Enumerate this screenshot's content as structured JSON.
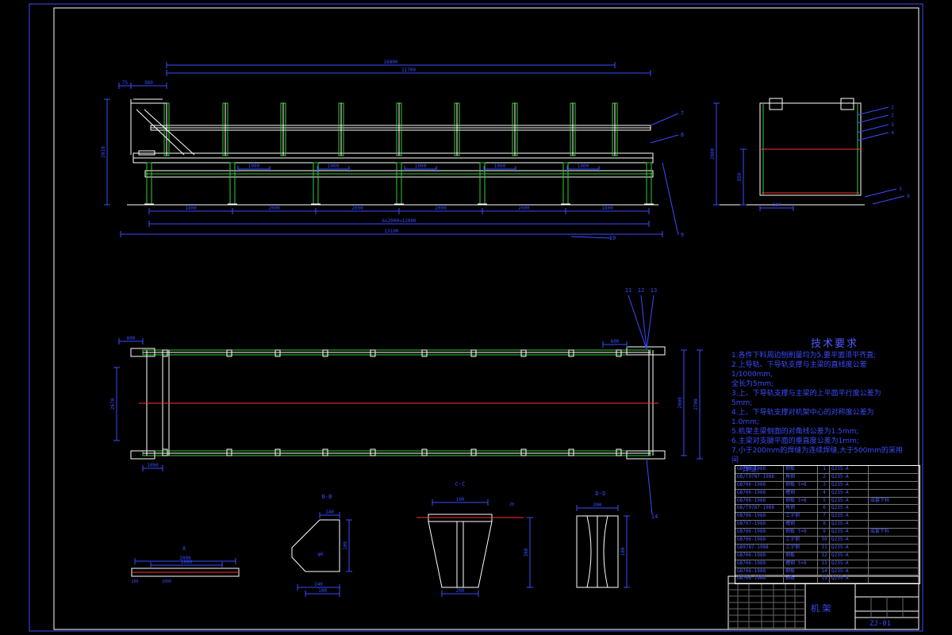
{
  "drawing": {
    "background": "#000000",
    "colors": {
      "frame": "#ffffff",
      "structure": "#ffffff",
      "member": "#33cc33",
      "dimension": "#3a4cff",
      "centerline": "#ff3030",
      "leader": "#3a4cff"
    },
    "top_view_dims": {
      "overall_upper": "16800",
      "upper_span": "11700",
      "left_small_a": "75",
      "left_small_b": "980",
      "height_left": "2010",
      "bottom_spacing": [
        "1800",
        "2000",
        "2000",
        "2000",
        "2000",
        "1800"
      ],
      "bottom_sub": "6x2000=12000",
      "bottom_overall": "13100",
      "mid_spacing": [
        "1000",
        "1000",
        "1000",
        "1000",
        "1000"
      ],
      "side_marks": [
        "10",
        "9",
        "8",
        "7"
      ]
    },
    "side_view_dims": {
      "height": "2000",
      "lower": "850",
      "bottom_width": "100",
      "callouts": [
        "1",
        "2",
        "3",
        "4",
        "5",
        "6"
      ]
    },
    "plan_view_dims": {
      "width_left": "2670",
      "width_right_a": "2000",
      "width_right_b": "2700",
      "left_top": "800",
      "right_top": "600",
      "bottom_left": "1000",
      "callouts_top": [
        "11",
        "12",
        "13"
      ],
      "callout_bottom": "14"
    },
    "details": {
      "detail_a_label": "A",
      "detail_a_dims": [
        "2000",
        "1000",
        "100",
        "1000"
      ],
      "detail_b_label": "B-B",
      "detail_b_dims": [
        "140",
        "100",
        "140",
        "100"
      ],
      "detail_c_label": "C-C",
      "detail_c_dims": [
        "100",
        "360",
        "200",
        "20"
      ],
      "detail_d_label": "D-D",
      "detail_d_dims": [
        "200",
        "180"
      ]
    }
  },
  "notes": {
    "title": "技术要求",
    "lines": [
      "1.各件下料周边刨削量均为5,要平面须平齐直;",
      "2.上导轨、下导轨支撑与主梁的直线度公差",
      "1/1000mm,",
      "  全长为5mm;",
      "3.上、下导轨支撑与主梁的上平面平行度公差为",
      "5mm;",
      "4.上、下导轨支撑对机架中心的对称度公差为",
      "1.0mm;",
      "5.机架主梁侧面的对角线公差为1.5mm;",
      "6.主梁对支腿平面的垂直度公差为1mm;",
      "7.小于200mm的焊缝为连续焊缝,大于500mm的采用",
      "间"
    ],
    "sub": "焊缝:"
  },
  "bom": {
    "rows": [
      [
        "GB706-1988",
        "钢板",
        "1",
        "Q235-A",
        ""
      ],
      [
        "GB/T9787-1988",
        "角钢",
        "2",
        "Q235-A",
        ""
      ],
      [
        "GB706-1988",
        "钢板 t=8",
        "3",
        "Q235-A",
        ""
      ],
      [
        "GB706-1988",
        "槽钢",
        "4",
        "Q235-A",
        ""
      ],
      [
        "GB706-1988",
        "钢板 t=8",
        "5",
        "Q235-A",
        "成套下料"
      ],
      [
        "GB/T9787-1988",
        "角钢",
        "6",
        "Q235-A",
        ""
      ],
      [
        "GB706-1988",
        "工字钢",
        "7",
        "Q235-A",
        ""
      ],
      [
        "GB707-1988",
        "槽钢",
        "8",
        "Q235-A",
        ""
      ],
      [
        "GB706-1988",
        "钢板 t=8",
        "9",
        "Q235-A",
        "成套下料"
      ],
      [
        "GB706-1988",
        "工字钢",
        "10",
        "Q235-A",
        ""
      ],
      [
        "GB9787-1988",
        "工字钢",
        "11",
        "Q235-A",
        ""
      ],
      [
        "GB706-1988",
        "钢板",
        "12",
        "Q235-A",
        ""
      ],
      [
        "GB706-1988",
        "槽钢 t=8",
        "13",
        "Q235-A",
        ""
      ],
      [
        "GB706-1988",
        "钢板",
        "14",
        "Q235-A",
        ""
      ],
      [
        "GB706-1988",
        "钢板",
        "15",
        "Q235-A",
        ""
      ]
    ]
  },
  "title_block": {
    "title": "机 架",
    "code": "ZJ-01"
  }
}
